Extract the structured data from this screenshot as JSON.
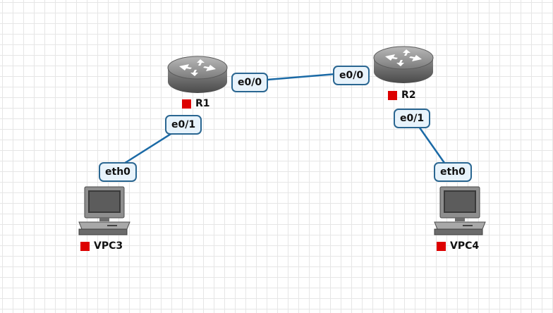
{
  "nodes": {
    "r1": {
      "name": "R1",
      "status_color": "#dd0000",
      "icon": "router-icon"
    },
    "r2": {
      "name": "R2",
      "status_color": "#dd0000",
      "icon": "router-icon"
    },
    "vpc3": {
      "name": "VPC3",
      "status_color": "#dd0000",
      "icon": "pc-icon"
    },
    "vpc4": {
      "name": "VPC4",
      "status_color": "#dd0000",
      "icon": "pc-icon"
    }
  },
  "links": [
    {
      "from": "R1",
      "to": "R2",
      "from_iface": "e0/0",
      "to_iface": "e0/0"
    },
    {
      "from": "R1",
      "to": "VPC3",
      "from_iface": "e0/1",
      "to_iface": "eth0"
    },
    {
      "from": "R2",
      "to": "VPC4",
      "from_iface": "e0/1",
      "to_iface": "eth0"
    }
  ],
  "colors": {
    "link": "#1b6aa6",
    "status_down": "#dd0000",
    "iface_border": "#2a6691",
    "iface_fill": "#e8f3fb"
  }
}
